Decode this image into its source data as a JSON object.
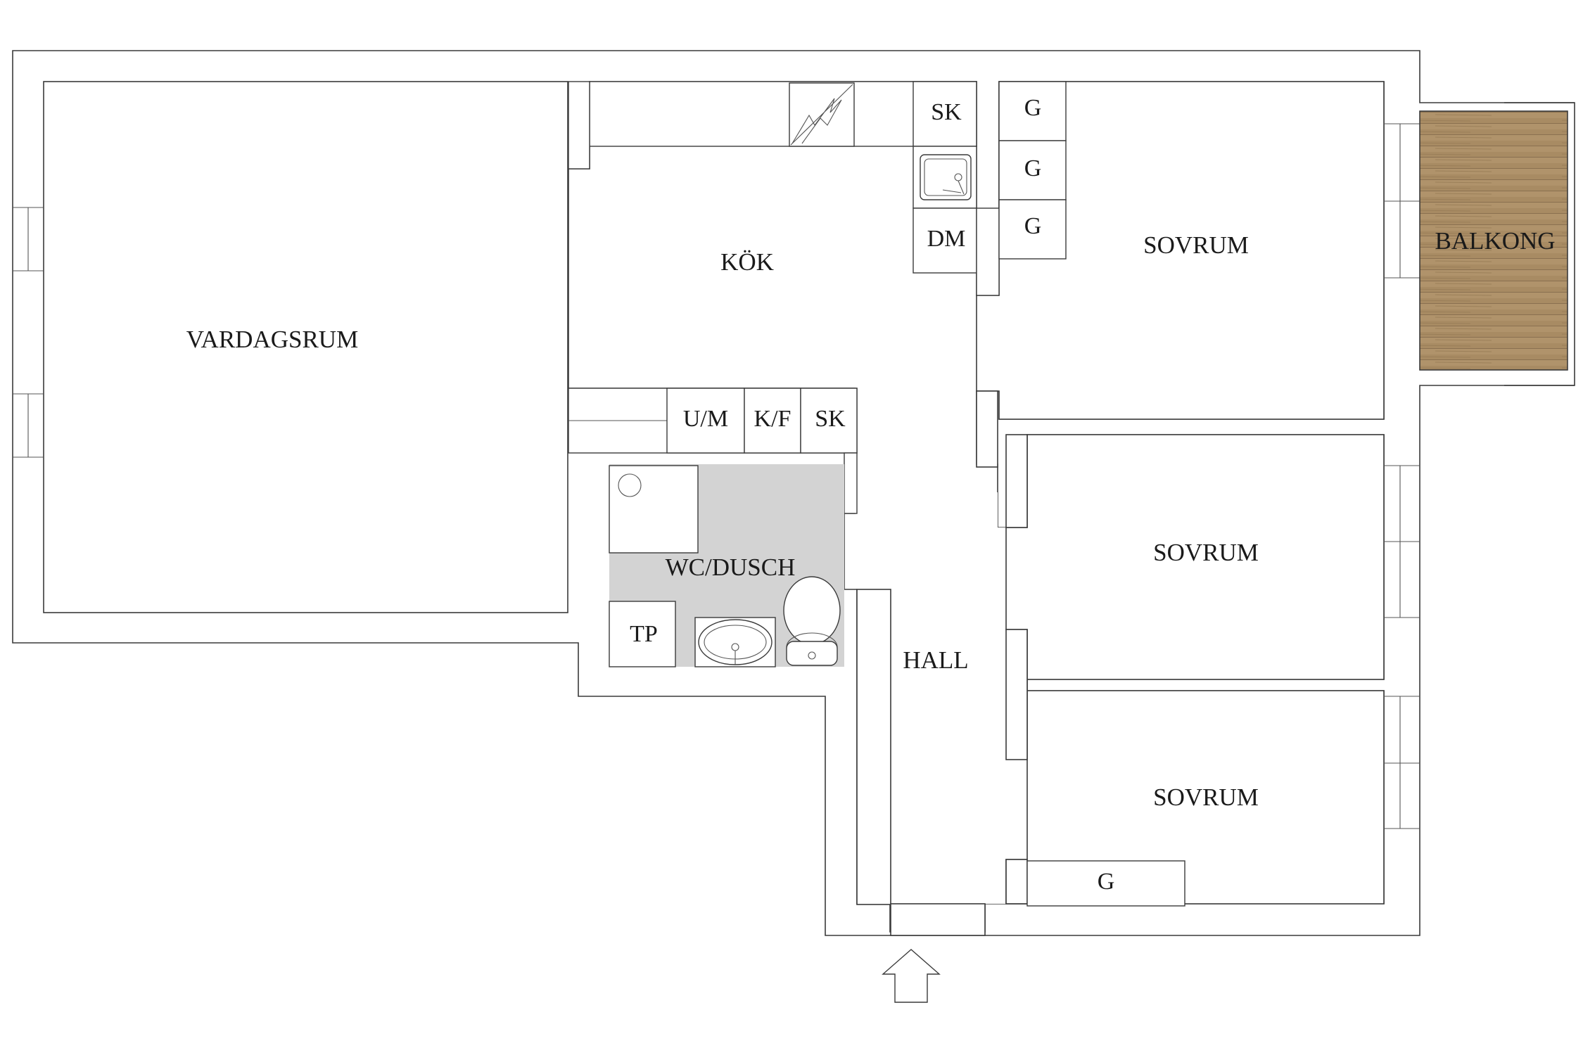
{
  "rooms": {
    "living_room": "VARDAGSRUM",
    "kitchen": "KÖK",
    "bedroom_1": "SOVRUM",
    "bedroom_2": "SOVRUM",
    "bedroom_3": "SOVRUM",
    "balcony": "BALKONG",
    "bathroom": "WC/DUSCH",
    "hall": "HALL"
  },
  "fixtures": {
    "kitchen_cabinet_top": "SK",
    "dishwasher": "DM",
    "wardrobe_1": "G",
    "wardrobe_2": "G",
    "wardrobe_3": "G",
    "wardrobe_hall": "G",
    "oven_microwave": "U/M",
    "fridge_freezer": "K/F",
    "kitchen_cabinet_bottom": "SK",
    "washing_machine": "TP"
  },
  "colors": {
    "wall": "#3a3a3a",
    "bathroom_floor": "#d3d3d3",
    "balcony_deck": "#a88b63"
  }
}
